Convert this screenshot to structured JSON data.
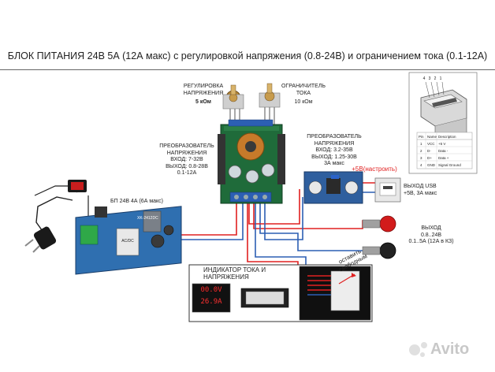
{
  "title": "БЛОК ПИТАНИЯ 24В 5А (12А макс) с регулировкой напряжения (0.8-24В) и ограничением тока (0.1-12А)",
  "pot_voltage": {
    "line1": "РЕГУЛИРОВКА",
    "line2": "НАПРЯЖЕНИЯ",
    "line3": "5 кОм"
  },
  "pot_current": {
    "line1": "ОГРАНИЧИТЕЛЬ",
    "line2": "ТОКА",
    "line3": "10 кОм"
  },
  "buck_converter": {
    "line1": "ПРЕОБРАЗОВАТЕЛЬ",
    "line2": "НАПРЯЖЕНИЯ",
    "line3": "ВХОД: 7-32В",
    "line4": "ВЫХОД: 0.8-28В",
    "line5": "0.1-12А"
  },
  "usb_converter": {
    "line1": "ПРЕОБРАЗОВАТЕЛЬ",
    "line2": "НАПРЯЖЕНИЯ",
    "line3": "ВХОД: 3.2-35В",
    "line4": "ВЫХОД: 1.25-30В",
    "line5": "3А макс"
  },
  "plus5v_label": "+5В(настроить)",
  "psu_label": "БП 24В 4А (6А макс)",
  "psu_board_text": "XK-2412DC",
  "psu_chip_text": "AC/DC",
  "usb_output": {
    "line1": "ВЫХОД USB",
    "line2": "+5В, 3А макс"
  },
  "output": {
    "line1": "ВЫХОД",
    "line2": "0.8..24В",
    "line3": "0.1..5А (12А в КЗ)"
  },
  "indicator_label": "ИНДИКАТОР ТОКА И НАПРЯЖЕНИЯ",
  "display": {
    "voltage": "00.0V",
    "current": "26.9A"
  },
  "note": {
    "line1": "оставить",
    "line2": "свободным"
  },
  "usb_pinout": {
    "pin_numbers": [
      "4",
      "3",
      "2",
      "1"
    ],
    "headers": [
      "Pin",
      "Name",
      "Description"
    ],
    "rows": [
      [
        "1",
        "VCC",
        "+5 V"
      ],
      [
        "2",
        "D-",
        "Data -"
      ],
      [
        "3",
        "D+",
        "Data +"
      ],
      [
        "4",
        "GND",
        "Signal Ground"
      ]
    ]
  },
  "watermark": "Avito",
  "colors": {
    "wire_red": "#e02020",
    "wire_blue": "#2c5fb4",
    "plus5v": "#e02020",
    "display_voltage": "#ff2a2a",
    "display_current": "#ff3030",
    "board_green": "#1f6b3a",
    "psu_board": "#2f6fb0"
  }
}
